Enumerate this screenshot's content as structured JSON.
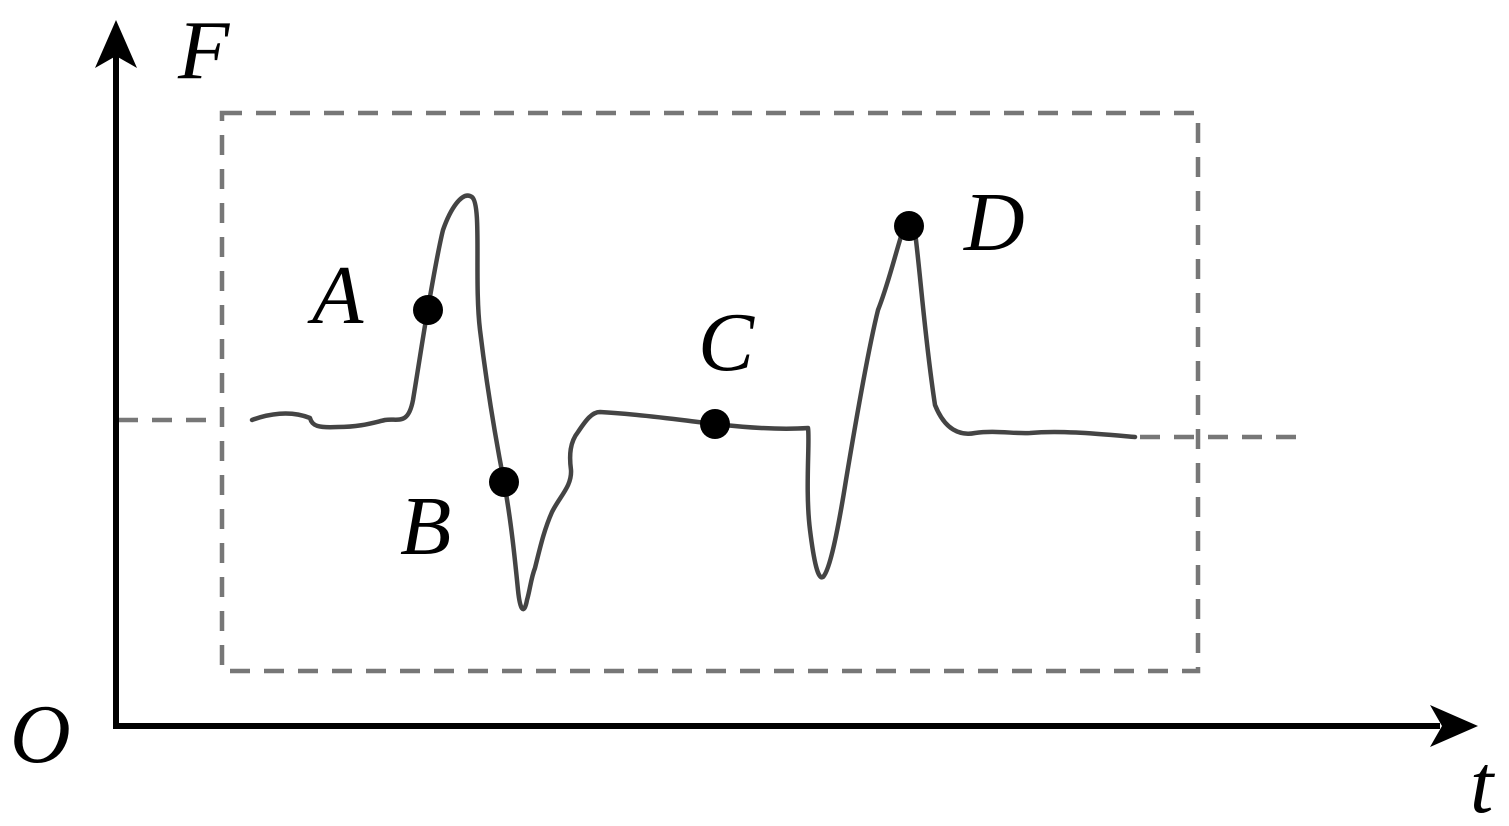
{
  "axes": {
    "origin_label": "O",
    "y_label": "F",
    "x_label": "t"
  },
  "points": [
    {
      "id": "A",
      "label": "A"
    },
    {
      "id": "B",
      "label": "B"
    },
    {
      "id": "C",
      "label": "C"
    },
    {
      "id": "D",
      "label": "D"
    }
  ],
  "colors": {
    "axes": "#000000",
    "curve": "#444444",
    "dashed_guides": "#777777",
    "points": "#000000"
  }
}
